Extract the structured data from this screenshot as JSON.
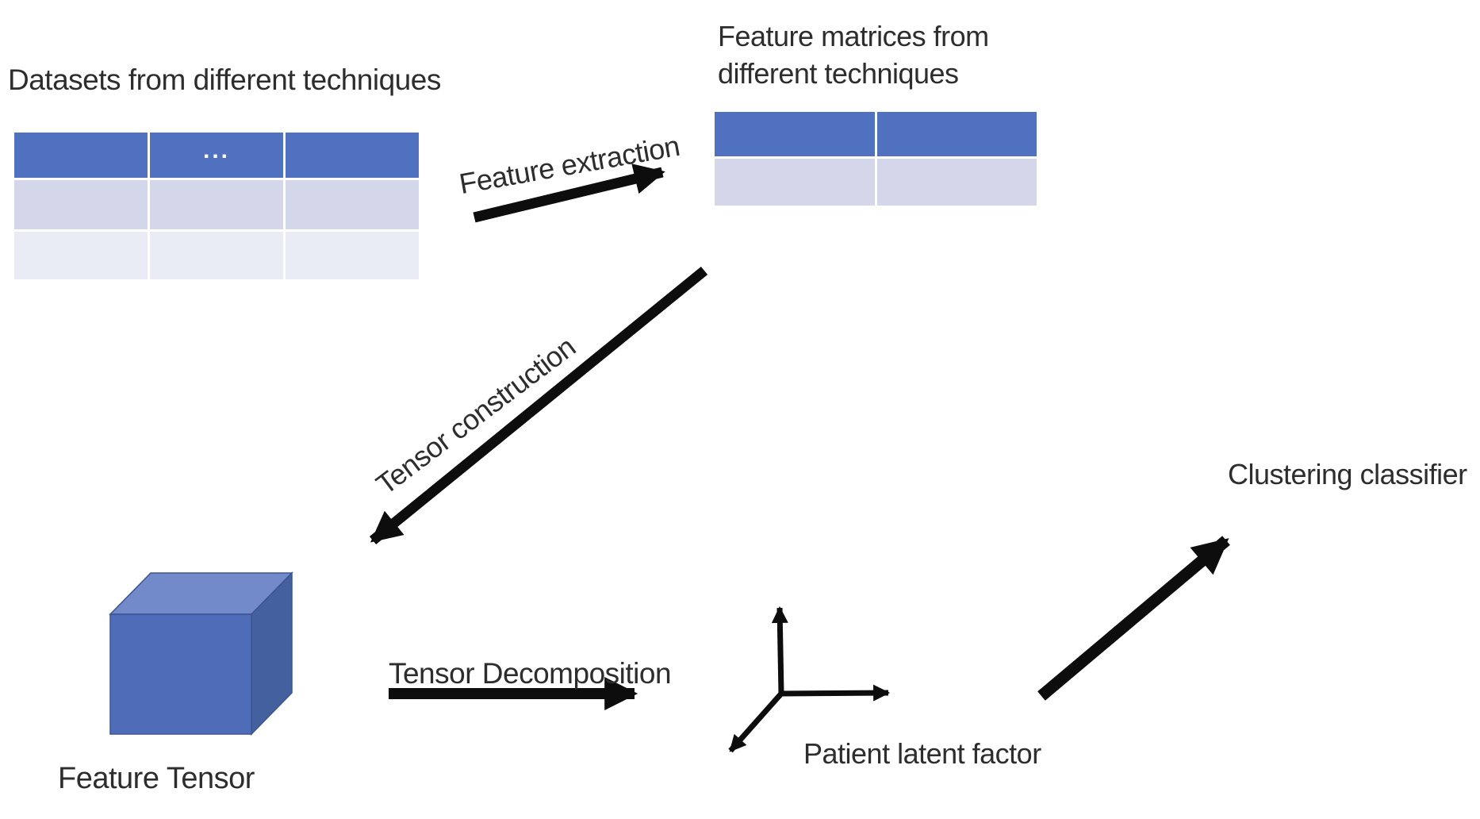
{
  "diagram": {
    "title_left": "Datasets from different techniques",
    "title_right": "Feature matrices from\ndifferent techniques",
    "arrow_labels": {
      "feature_extraction": "Feature extraction",
      "tensor_construction": "Tensor construction",
      "tensor_decomposition": "Tensor Decomposition"
    },
    "node_labels": {
      "feature_tensor": "Feature Tensor",
      "patient_latent_factor": "Patient latent factor",
      "clustering_classifier": "Clustering classifier"
    },
    "tables": {
      "datasets_table": {
        "columns": 3,
        "body_rows": 2,
        "header_ellipsis": "..."
      },
      "feature_matrix_table": {
        "columns": 2,
        "body_rows": 1
      }
    }
  },
  "colors": {
    "table_header": "#5070c0",
    "table_row_light": "#d4d7e9",
    "table_row_lighter": "#e9ecf5",
    "cube_front": "#4e6cb7",
    "cube_top": "#7289ca",
    "cube_side": "#45609e",
    "cube_edge": "#3c5590",
    "arrow": "#0d0d0d",
    "text": "#2d2d2d"
  }
}
